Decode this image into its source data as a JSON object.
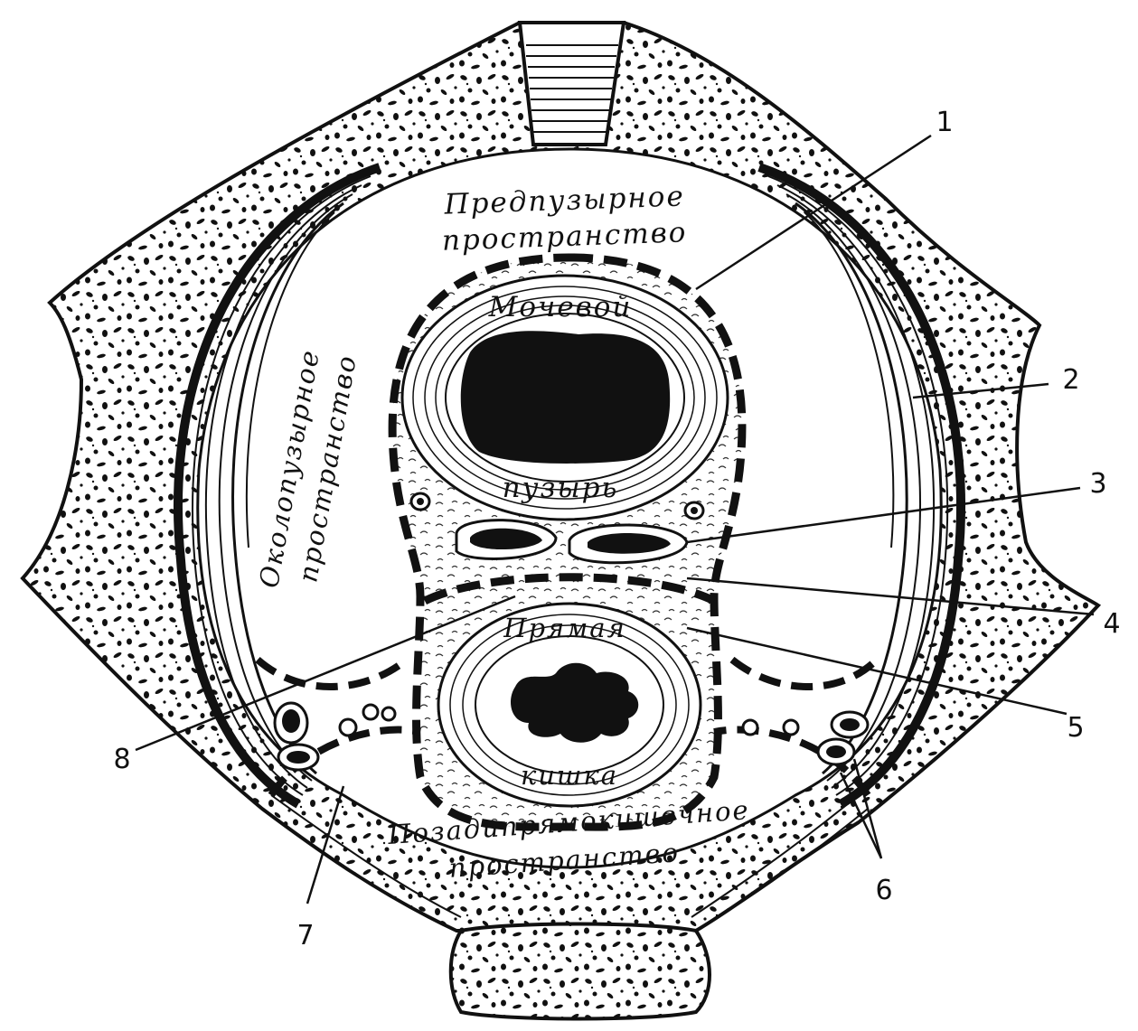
{
  "regions": {
    "prevesical_line1": "Предпузырное",
    "prevesical_line2": "пространство",
    "paravesical_line1": "Околопузырное",
    "paravesical_line2": "пространство",
    "bladder_top": "Мочевой",
    "bladder_bottom": "пузырь",
    "rectum_top": "Прямая",
    "rectum_bottom": "кишка",
    "retrorectal_line1": "Позадипрямокишечное",
    "retrorectal_line2": "пространство"
  },
  "callouts": {
    "n1": "1",
    "n2": "2",
    "n3": "3",
    "n4": "4",
    "n5": "5",
    "n6": "6",
    "n7": "7",
    "n8": "8"
  },
  "colors": {
    "ink": "#111111",
    "paper": "#ffffff"
  }
}
